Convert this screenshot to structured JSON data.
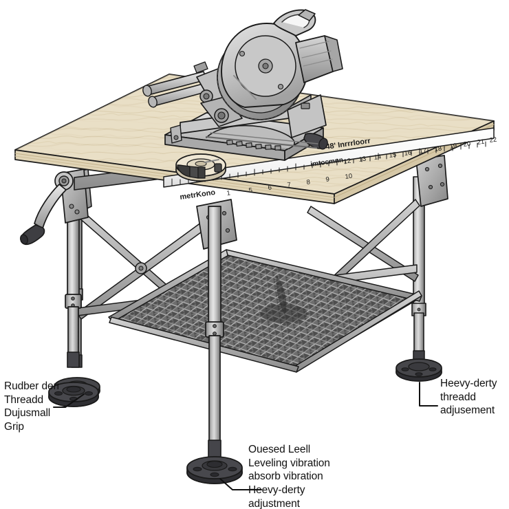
{
  "illustration": {
    "subject": "miter-saw-workbench",
    "style": "line-art-technical-illustration",
    "background_color": "#ffffff",
    "line_color": "#1a1a1a"
  },
  "palette": {
    "plywood_face": "#e8ddc4",
    "plywood_face_light": "#f2ead8",
    "plywood_edge": "#d9cbad",
    "plywood_ply_dark": "#c6b693",
    "steel_light": "#d8d8d8",
    "steel_mid": "#b4b4b4",
    "steel_dark": "#8e8e8e",
    "steel_shadow": "#6f6f6f",
    "mesh_dark": "#5c5c5c",
    "mesh_mid": "#8a8a8a",
    "foot_black": "#3a3a3c",
    "foot_black_light": "#55555a",
    "blade_gray": "#9a9a9a",
    "saw_body_light": "#cfcfcf",
    "tape_cream": "#efe7d4",
    "ruler_white": "#fbfbfb"
  },
  "callouts": [
    {
      "id": "rubber-foot",
      "lines": "Rudber deri\nThreadd\nDujusmall\nGrip",
      "leader": "diagonal-up-right",
      "points_to": "front-left-leg-foot"
    },
    {
      "id": "heavy-duty",
      "lines": "Heevy-derty\nthreadd\nadjusement",
      "leader": "elbow-left-up",
      "points_to": "rear-right-leg-foot"
    },
    {
      "id": "leveling",
      "lines": "Ouesed Leell\nLeveling vibration\nabsorb vibration\nHeevy-derty\nadjustment",
      "leader": "diagonal-up-left",
      "points_to": "front-center-leg-foot"
    }
  ],
  "ruler": {
    "brand_text_left": "metrKono",
    "length_text": "48' Inrrrloorr",
    "scale_text": "imtocmnn",
    "tick_numbers_front": [
      "1",
      "5",
      "6",
      "7",
      "8",
      "9",
      "10"
    ],
    "tick_numbers_right": [
      "12",
      "13",
      "14",
      "15",
      "16",
      "17",
      "18",
      "19",
      "20",
      "21",
      "22"
    ]
  },
  "parts": {
    "miter_saw": "sliding-compound-miter-saw",
    "tape_measure": "tape-measure",
    "crank": "height-adjustment-crank",
    "shelf": "expanded-metal-mesh-shelf",
    "braces": "x-cross-braces",
    "legs": "telescoping-adjustable-legs",
    "feet": "threaded-leveling-feet"
  }
}
